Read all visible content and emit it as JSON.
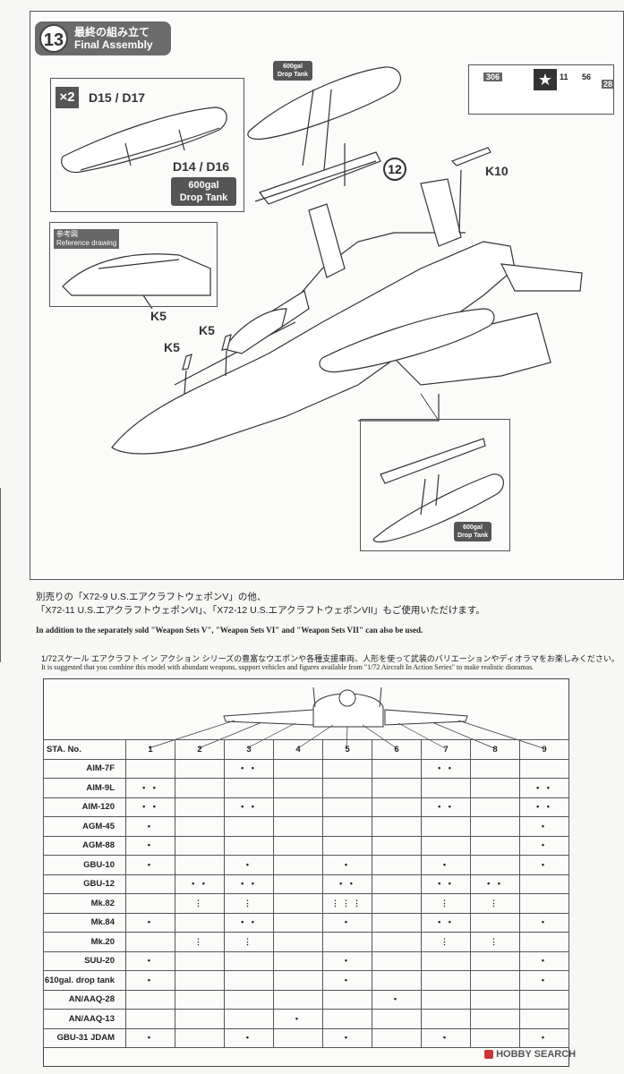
{
  "step": {
    "number": "13",
    "title_jp": "最終の組み立て",
    "title_en": "Final Assembly"
  },
  "inset_tank": {
    "multiplier": "×2",
    "part_top": "D15 / D17",
    "part_bottom": "D14 / D16",
    "tag_line1": "600gal",
    "tag_line2": "Drop Tank"
  },
  "top_tank_tag": {
    "line1": "600gal",
    "line2": "Drop Tank"
  },
  "step_ref": "12",
  "reference": {
    "tag_jp": "参考図",
    "tag_en": "Reference drawing",
    "part": "K5"
  },
  "parts": {
    "k5_a": "K5",
    "k5_b": "K5",
    "k10": "K10"
  },
  "decals": {
    "d306": "306",
    "d11": "11",
    "d56": "56",
    "d28": "28"
  },
  "bottom_tank_tag": {
    "line1": "600gal",
    "line2": "Drop Tank"
  },
  "notes": {
    "jp_line1": "別売りの「X72-9 U.S.エアクラフトウェポンV」の他、",
    "jp_line2": "「X72-11 U.S.エアクラフトウェポンVI」、「X72-12 U.S.エアクラフトウェポンVII」もご使用いただけます。",
    "en_line1": "In addition to the separately sold \"Weapon Sets V\", \"Weapon Sets VI\" and \"Weapon Sets VII\" can also be used.",
    "jp_line3": "1/72スケール エアクラフト イン アクション シリーズの豊富なウエポンや各種支援車両、人形を使って武装のバリエーションやディオラマをお楽しみください。",
    "en_line2": "It is suggested that you combine this model with abundant weapons, support vehicles and figures available from \"1/72 Aircraft In Action Series\" to make realistic dioramas."
  },
  "table": {
    "header_label": "STA. No.",
    "stations": [
      "1",
      "2",
      "3",
      "4",
      "5",
      "6",
      "7",
      "8",
      "9"
    ],
    "rows": [
      {
        "name": "AIM-7F",
        "cells": [
          "",
          "",
          "• •",
          "",
          "",
          "",
          "• •",
          "",
          ""
        ]
      },
      {
        "name": "AIM-9L",
        "cells": [
          "• •",
          "",
          "",
          "",
          "",
          "",
          "",
          "",
          "• •"
        ]
      },
      {
        "name": "AIM-120",
        "cells": [
          "• •",
          "",
          "• •",
          "",
          "",
          "",
          "• •",
          "",
          "• •"
        ]
      },
      {
        "name": "AGM-45",
        "cells": [
          "•",
          "",
          "",
          "",
          "",
          "",
          "",
          "",
          "•"
        ]
      },
      {
        "name": "AGM-88",
        "cells": [
          "•",
          "",
          "",
          "",
          "",
          "",
          "",
          "",
          "•"
        ]
      },
      {
        "name": "GBU-10",
        "cells": [
          "•",
          "",
          "•",
          "",
          "•",
          "",
          "•",
          "",
          "•"
        ]
      },
      {
        "name": "GBU-12",
        "cells": [
          "",
          "• •",
          "• •",
          "",
          "• •",
          "",
          "• •",
          "• •",
          ""
        ]
      },
      {
        "name": "Mk.82",
        "cells": [
          "",
          "⋮",
          "⋮",
          "",
          "⋮⋮⋮",
          "",
          "⋮",
          "⋮",
          ""
        ]
      },
      {
        "name": "Mk.84",
        "cells": [
          "•",
          "",
          "• •",
          "",
          "•",
          "",
          "• •",
          "",
          "•"
        ]
      },
      {
        "name": "Mk.20",
        "cells": [
          "",
          "⋮",
          "⋮",
          "",
          "",
          "",
          "⋮",
          "⋮",
          ""
        ]
      },
      {
        "name": "SUU-20",
        "cells": [
          "•",
          "",
          "",
          "",
          "•",
          "",
          "",
          "",
          "•"
        ]
      },
      {
        "name": "610gal. drop tank",
        "cells": [
          "•",
          "",
          "",
          "",
          "•",
          "",
          "",
          "",
          "•"
        ]
      },
      {
        "name": "AN/AAQ-28",
        "cells": [
          "",
          "",
          "",
          "",
          "",
          "•",
          "",
          "",
          ""
        ]
      },
      {
        "name": "AN/AAQ-13",
        "cells": [
          "",
          "",
          "",
          "•",
          "",
          "",
          "",
          "",
          ""
        ]
      },
      {
        "name": "GBU-31 JDAM",
        "cells": [
          "•",
          "",
          "•",
          "",
          "•",
          "",
          "•",
          "",
          "•"
        ]
      }
    ]
  },
  "watermark": "HOBBY SEARCH"
}
